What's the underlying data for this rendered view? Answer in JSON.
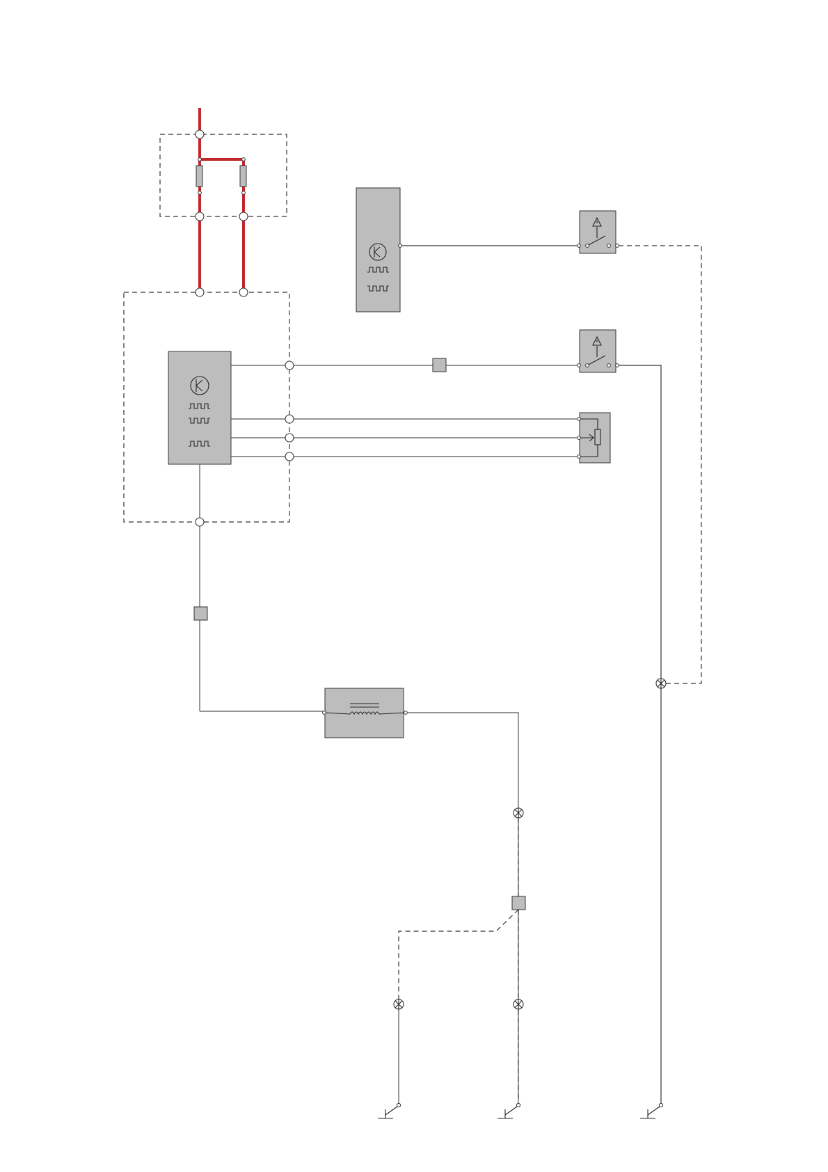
{
  "colors": {
    "power_wire": "#c0282d",
    "signal_wire": "#555555",
    "component_fill": "#bdbdbd",
    "component_border": "#333333",
    "background": "#ffffff"
  },
  "components": [
    {
      "id": "fuse-box",
      "kind": "fuse holder",
      "icon": "fuse-icon"
    },
    {
      "id": "control-module-upper",
      "kind": "control module",
      "icon": "transistor-pulse-icon"
    },
    {
      "id": "control-module-main",
      "kind": "control module",
      "icon": "transistor-pulse-icon"
    },
    {
      "id": "switch-upper",
      "kind": "switch",
      "icon": "warning-switch-icon"
    },
    {
      "id": "switch-lower",
      "kind": "switch",
      "icon": "warning-switch-icon"
    },
    {
      "id": "potentiometer",
      "kind": "sensor",
      "icon": "potentiometer-icon"
    },
    {
      "id": "solenoid",
      "kind": "coil",
      "icon": "coil-icon"
    },
    {
      "id": "ground-1",
      "kind": "ground",
      "icon": "ground-icon"
    },
    {
      "id": "ground-2",
      "kind": "ground",
      "icon": "ground-icon"
    },
    {
      "id": "ground-3",
      "kind": "ground",
      "icon": "ground-icon"
    }
  ]
}
